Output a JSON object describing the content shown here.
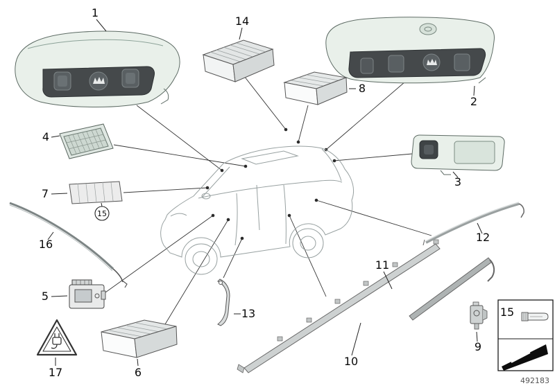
{
  "diagram": {
    "drawing_number": "492183",
    "callouts": {
      "c1": "1",
      "c2": "2",
      "c3": "3",
      "c4": "4",
      "c5": "5",
      "c6": "6",
      "c7": "7",
      "c8": "8",
      "c9": "9",
      "c10": "10",
      "c11": "11",
      "c12": "12",
      "c13": "13",
      "c14": "14",
      "c15_circled": "15",
      "c15_boxed": "15",
      "c16": "16",
      "c17": "17"
    },
    "colors": {
      "housing_tint": "#e9f0ea",
      "lens_tint": "#d9e4dc",
      "panel_dark": "#45494b",
      "leader_line": "#333333"
    }
  }
}
